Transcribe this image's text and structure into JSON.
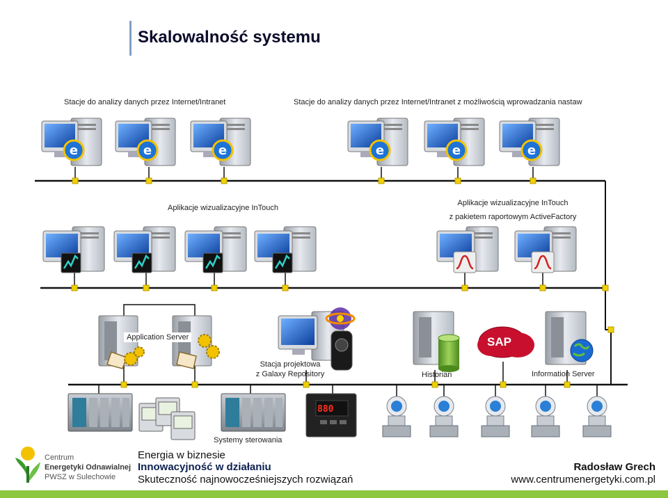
{
  "title": "Skalowalność systemu",
  "labels": {
    "stations_internet": "Stacje do analizy danych przez Internet/Intranet",
    "stations_internet_settings": "Stacje do analizy danych przez Internet/Intranet z możliwością wprowadzania nastaw",
    "intouch": "Aplikacje wizualizacyjne InTouch",
    "intouch_af_line1": "Aplikacje wizualizacyjne InTouch",
    "intouch_af_line2": "z pakietem raportowym ActiveFactory",
    "application_server": "Application Server",
    "stacja_line1": "Stacja projektowa",
    "stacja_line2": "z Galaxy Repository",
    "historian": "Historian",
    "information_server": "Information Server",
    "sap": "SAP",
    "systemy_sterowania": "Systemy sterowania",
    "controller_display": "880"
  },
  "footer": {
    "line1": "Energia w biznesie",
    "line2": "Innowacyjność w działaniu",
    "line3": "Skuteczność najnowocześniejszych rozwiązań",
    "author": "Radosław Grech",
    "url": "www.centrumenergetyki.com.pl"
  },
  "logo": {
    "line1": "Centrum",
    "line2": "Energetyki Odnawialnej",
    "line3": "PWSZ w Sulechowie"
  },
  "colors": {
    "node": "#f0d000",
    "bus": "#111111",
    "footer_strip": "#8dc63f",
    "sap": "#c8102e",
    "monitor_screen": "#1a5fb4"
  }
}
